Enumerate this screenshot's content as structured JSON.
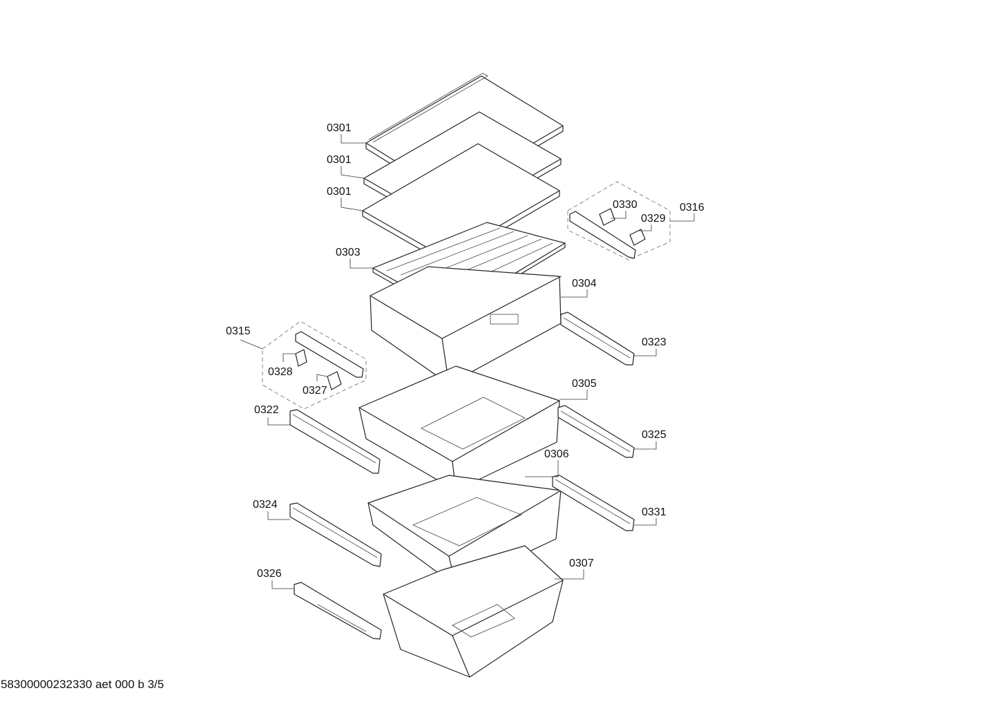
{
  "diagram": {
    "callouts": {
      "c0301a": "0301",
      "c0301b": "0301",
      "c0301c": "0301",
      "c0303": "0303",
      "c0304": "0304",
      "c0305": "0305",
      "c0306": "0306",
      "c0307": "0307",
      "c0315": "0315",
      "c0316": "0316",
      "c0322": "0322",
      "c0323": "0323",
      "c0324": "0324",
      "c0325": "0325",
      "c0326": "0326",
      "c0327": "0327",
      "c0328": "0328",
      "c0329": "0329",
      "c0330": "0330",
      "c0331": "0331"
    }
  },
  "footer": {
    "document_id": "58300000232330 aet 000 b 3/5"
  }
}
